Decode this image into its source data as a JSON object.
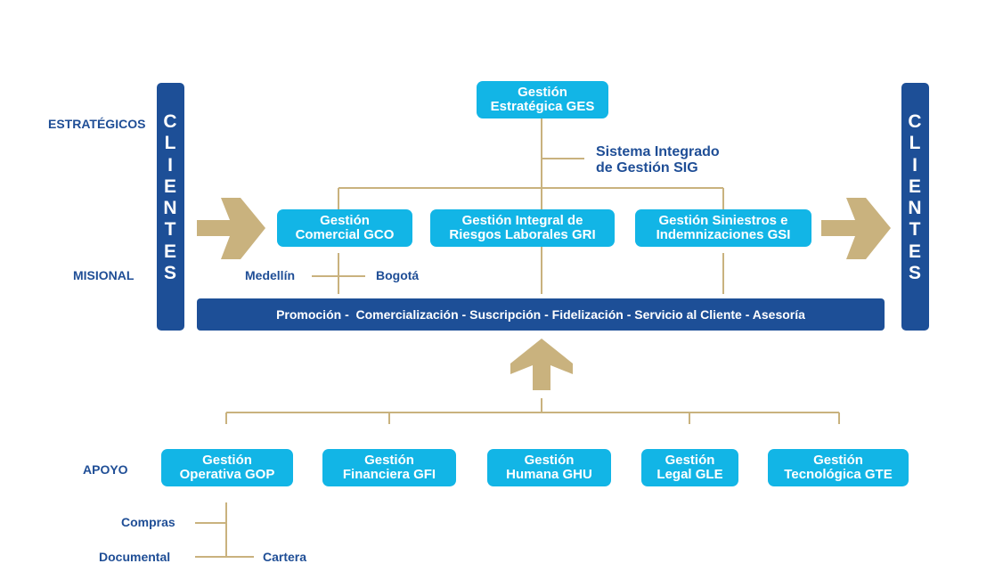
{
  "levels": {
    "estrategicos": "ESTRATÉGICOS",
    "misional": "MISIONAL",
    "apoyo": "APOYO"
  },
  "clientes": "CLIENTES",
  "strategic": {
    "ges": {
      "line1": "Gestión",
      "line2": "Estratégica GES"
    },
    "sig": {
      "line1": "Sistema Integrado",
      "line2": "de Gestión SIG"
    }
  },
  "misional": {
    "gco": {
      "line1": "Gestión",
      "line2": "Comercial GCO"
    },
    "gri": {
      "line1": "Gestión Integral de",
      "line2": "Riesgos Laborales  GRI"
    },
    "gsi": {
      "line1": "Gestión Siniestros e",
      "line2": "Indemnizaciones GSI"
    },
    "medellin": "Medellín",
    "bogota": "Bogotá",
    "bar": "Promoción -  Comercialización - Suscripción - Fidelización - Servicio al Cliente - Asesoría"
  },
  "apoyo": {
    "gop": {
      "line1": "Gestión",
      "line2": "Operativa GOP"
    },
    "gfi": {
      "line1": "Gestión",
      "line2": "Financiera GFI"
    },
    "ghu": {
      "line1": "Gestión",
      "line2": "Humana GHU"
    },
    "gle": {
      "line1": "Gestión",
      "line2": "Legal GLE"
    },
    "gte": {
      "line1": "Gestión",
      "line2": "Tecnológica GTE"
    },
    "compras": "Compras",
    "documental": "Documental",
    "cartera": "Cartera"
  },
  "colors": {
    "navy": "#1d4f97",
    "cyan": "#12b5e6",
    "gold": "#c9b27e",
    "text": "#1f4e96"
  }
}
